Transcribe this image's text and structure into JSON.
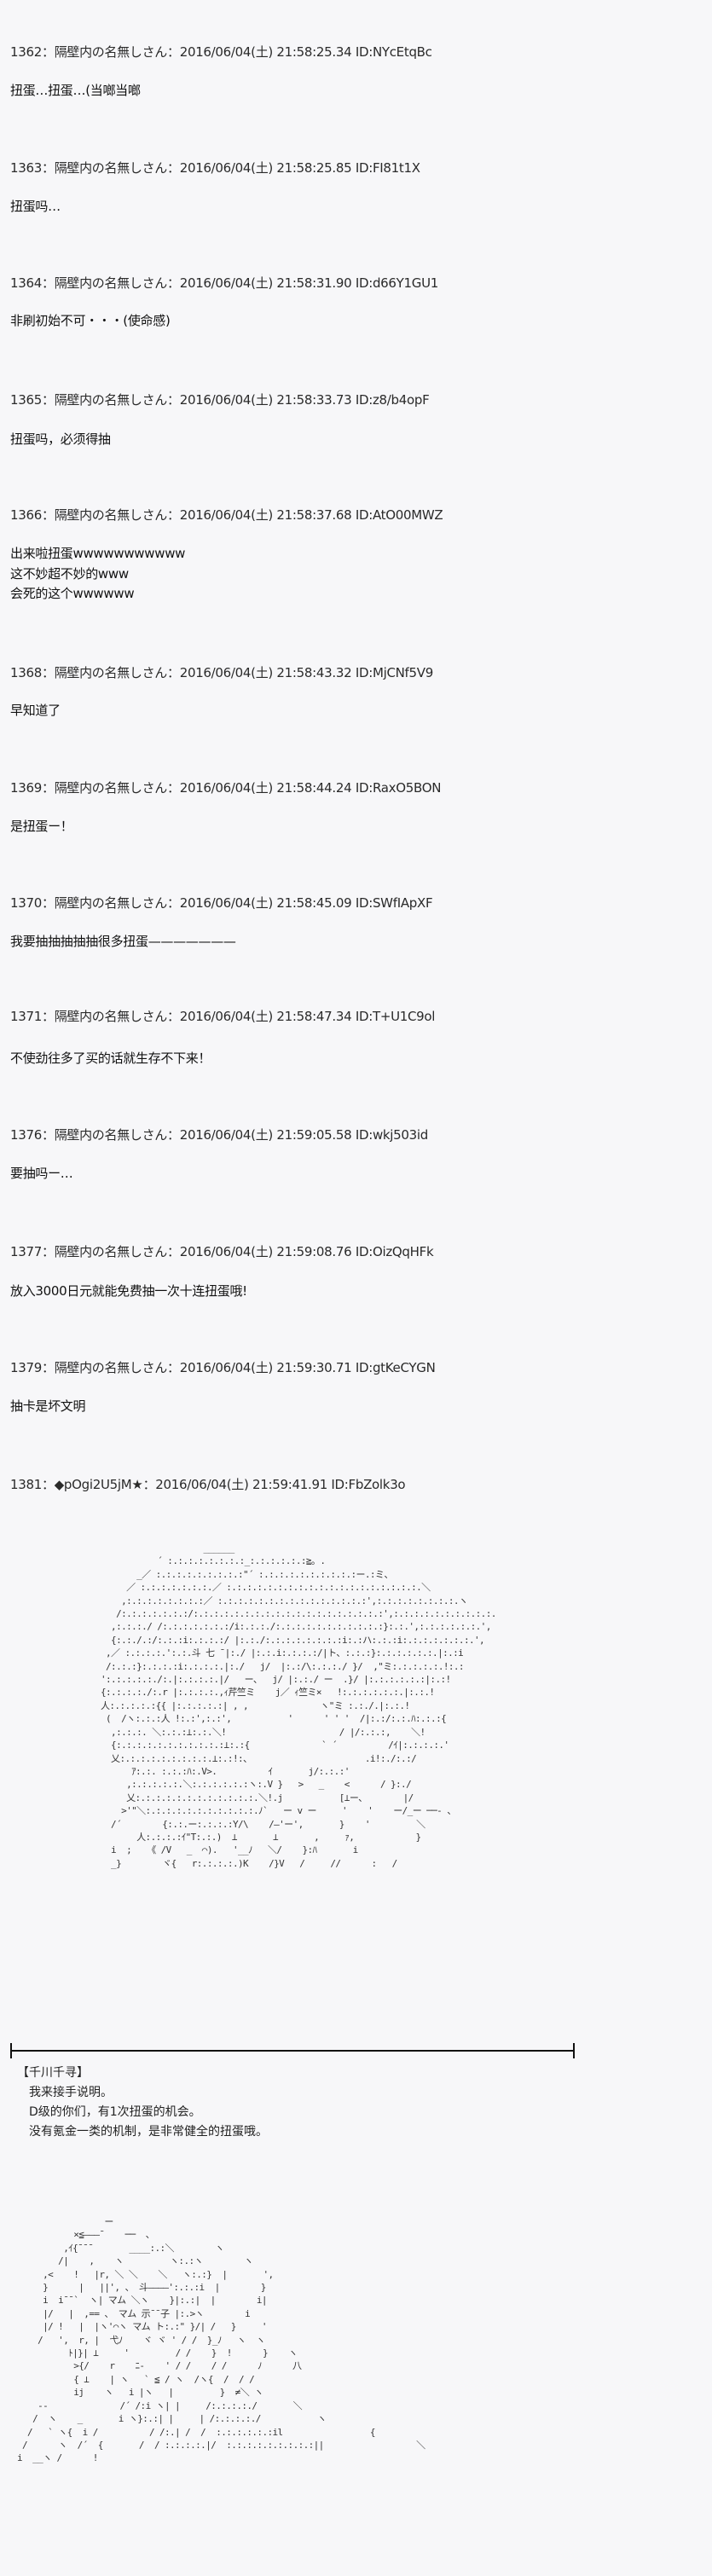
{
  "posts": [
    {
      "number": "1362",
      "name": "隔壁内の名無しさん",
      "date": "2016/06/04(土) 21:58:25.34",
      "id": "ID:NYcEtqBc",
      "body": [
        "扭蛋…扭蛋…(当啷当啷"
      ]
    },
    {
      "number": "1363",
      "name": "隔壁内の名無しさん",
      "date": "2016/06/04(土) 21:58:25.85",
      "id": "ID:FI81t1X",
      "body": [
        "扭蛋吗…"
      ]
    },
    {
      "number": "1364",
      "name": "隔壁内の名無しさん",
      "date": "2016/06/04(土) 21:58:31.90",
      "id": "ID:d66Y1GU1",
      "body": [
        "非刷初始不可・・・(使命感)"
      ]
    },
    {
      "number": "1365",
      "name": "隔壁内の名無しさん",
      "date": "2016/06/04(土) 21:58:33.73",
      "id": "ID:z8/b4opF",
      "body": [
        "扭蛋吗，必须得抽"
      ]
    },
    {
      "number": "1366",
      "name": "隔壁内の名無しさん",
      "date": "2016/06/04(土) 21:58:37.68",
      "id": "ID:AtO00MWZ",
      "body": [
        "出来啦扭蛋wwwwwwwwwww",
        "这不妙超不妙的www",
        "会死的这个wwwwww"
      ]
    },
    {
      "number": "1368",
      "name": "隔壁内の名無しさん",
      "date": "2016/06/04(土) 21:58:43.32",
      "id": "ID:MjCNf5V9",
      "body": [
        "早知道了"
      ]
    },
    {
      "number": "1369",
      "name": "隔壁内の名無しさん",
      "date": "2016/06/04(土) 21:58:44.24",
      "id": "ID:RaxO5BON",
      "body": [
        "是扭蛋ー！"
      ]
    },
    {
      "number": "1370",
      "name": "隔壁内の名無しさん",
      "date": "2016/06/04(土) 21:58:45.09",
      "id": "ID:SWfIApXF",
      "body": [
        "我要抽抽抽抽抽很多扭蛋———————"
      ]
    },
    {
      "number": "1371",
      "name": "隔壁内の名無しさん",
      "date": "2016/06/04(土) 21:58:47.34",
      "id": "ID:T+U1C9ol",
      "body": [
        "不使劲往多了买的话就生存不下来！"
      ]
    },
    {
      "number": "1376",
      "name": "隔壁内の名無しさん",
      "date": "2016/06/04(土) 21:59:05.58",
      "id": "ID:wkj503id",
      "body": [
        "要抽吗ー…"
      ]
    },
    {
      "number": "1377",
      "name": "隔壁内の名無しさん",
      "date": "2016/06/04(土) 21:59:08.76",
      "id": "ID:OizQqHFk",
      "body": [
        "放入3000日元就能免费抽一次十连扭蛋哦!"
      ]
    },
    {
      "number": "1379",
      "name": "隔壁内の名無しさん",
      "date": "2016/06/04(土) 21:59:30.71",
      "id": "ID:gtKeCYGN",
      "body": [
        "抽卡是坏文明"
      ]
    },
    {
      "number": "1381",
      "name": "◆pOgi2U5jM★",
      "date": "2016/06/04(土) 21:59:41.91",
      "id": "ID:FbZolk3o",
      "body": []
    }
  ],
  "separator": "：",
  "ascii_art": {
    "top": "                    ______\n           ´ :.:.:.:.:.:.:.:_:.:.:.:.:.:≧。.\n       _／ :.:.:.:.:.:.:.:.:\"´ :.:.:.:.:.:.:.:.:.:ー.:ミ、\n     ／ :.:.:.:.:.:.:.／ :.:.:.:.:.:.:.:.:.:.:.:.:.:.:.:.:.:.:.＼\n    ,:.:.:.:.:.:.:.:／ :.:.:.:.:.:.:.:.:.:.:.:.:.:.:',:.:.:.:.:.:.:.:.ヽ\n   /:.:.:.:.:.:.:/:.:.:.:.:.:.:.:.:.:.:.:.:.:.:.:.:.:.:',:.:.:.:.:.:.:.:.:.:.\n  ,:.:.:./ /:.:.:.:.:.:.:/i:.:.:./:.:.:.:.:.:.:.:.:.:.:}:.:.',:.:.:.:.:.:.',\n  {:.:./.:/:.:.:i:.:.:.:/ |:.:./:.:.:.:.:.:.:.:i:.:ハ:.:.:i:.:.:.:.:.:.:.',\n ,／ :.:.:.:.':.:.斗 七 ¯|:./ |:.:.i:.:.:.:/|ト、:.:.:}:.:.:.:.:.:.|:.:i\n /:.:.:}:.:.:.:i:.:.:.:.|:./   j/  |:.:/\\:.:.:./ }/  ,\"ミ:.:.:.:.:.!:.:\n':.:.:.:.:./:.|:.:.:.:.|/   ー、  j/ |:.:./ ー  .}/ |:.:.:.:.:.:|:.:!\n{:.:.:.:./:.r |:.:.:.:.,ｨ芹竺ミ    j／ ｨ竺ミ×   !:.:.:.:.:.:.|:.:.!\n人:.:.:.:.:{{ |:.:.:.:.:| , ,              ヽ\"ミ :.:./.|:.:.!\n (  /ヽ:.:.:人 !:.:',:.:',           '      ' ' '  /|:.:/:.:.ﾊ:.:.:{\n  ,:.:.:. ＼:.:.:⊥:.:.＼!                      / |/:.:.:,    ＼!\n  {:.:.:.:.:.:.:.:.:.:.:⊥:.:{              ` ´          /ｲ|:.:.:.:.'\n  乂:.:.:.:.:.:.:.:.:.⊥:.:!:、                      .i!:./:.:/\n      ｱ:.:. :.:.:ﾊ:.V>.          ｲ       j/:.:.:'\n     ,:.:.:.:.:.＼:.:.:.:.:.:ヽ:.V }   >   _    <      / }:./\n     乂:.:.:.:.:.:.:.:.:.:.:.:.＼!.j           [⊥ー、       |/\n    >'\"＼:.:.:.:.:.:.:.:.:.:.:.ﾉ`   ー v ー     '    '    ー/_ー ──- 、\n  /´        {:.:.ー:.:.:.:Y/\\    /―'ー',       }    '         ＼\n       人:.:.:.:ｲ\"T:.:.)  ⊥       ⊥       ,     ｧ,            }\n  i  ;   《 /V   _  ⌒).   '__ﾉ   ＼/    }:ﾊ       i\n  _}        ヾ{   r:.:.:.:.)K    /}V   /     //      :   /",
    "bottom": "                 ー\n           ×≦―――¯    ──  、\n         ,ｲ{¯¯¯       ____:.:＼        ヽ\n        /|    ,    ヽ         ヽ:.:ヽ        ヽ\n     ,<    !   |r, ＼ ＼    ＼   ヽ:.:}  |       ',\n     }      |   ||', 、 斗――――':.:.:i  |        }\n     i  i¯¯`  ヽ| マム ＼ヽ    }|:.:|  |        i|\n     |/   |  ,== 、 マム 示¯¯子 |:.>ヽ        i\n     |/ !   |  |ヽ'⌒ヽ マム ト:.:\" }/| /   }     '\n    /   ',  r, |  弋ﾉ    ヾ ヾ ' / /  }_ﾉ   ヽ  ヽ\n          ﾄ|}| ⊥     '         / /    }  !      }    ヽ\n           >{/    r    ﾆ-    ' / /    / /      ﾉ      八\n           { ⊥    | ヽ   ` ≦ / ヽ  /ヽ{  /  / /\n           ij    ヽ   i |ヽ   |         }  ≠＼ ヽ\n    --              /´ /:i ヽ| |     /:.:.:.:./       ＼\n   /  ヽ    _       i ヽ}:.:| |     | /:.:.:.:./           ヽ\n  /   ` ヽ{  i /          / /:.| /  /  :.:.:.:.:.:il                 {\n /      ヽ  /´  {       /  / :.:.:.:.|/  :.:.:.:.:.:.:.:.:||                  ＼\ni  __ヽ /      !"
  },
  "caption": {
    "speaker": "【千川千寻】",
    "lines": [
      "我来接手说明。",
      "D级的你们，有1次扭蛋的机会。",
      "没有氪金一类的机制，是非常健全的扭蛋哦。"
    ]
  }
}
